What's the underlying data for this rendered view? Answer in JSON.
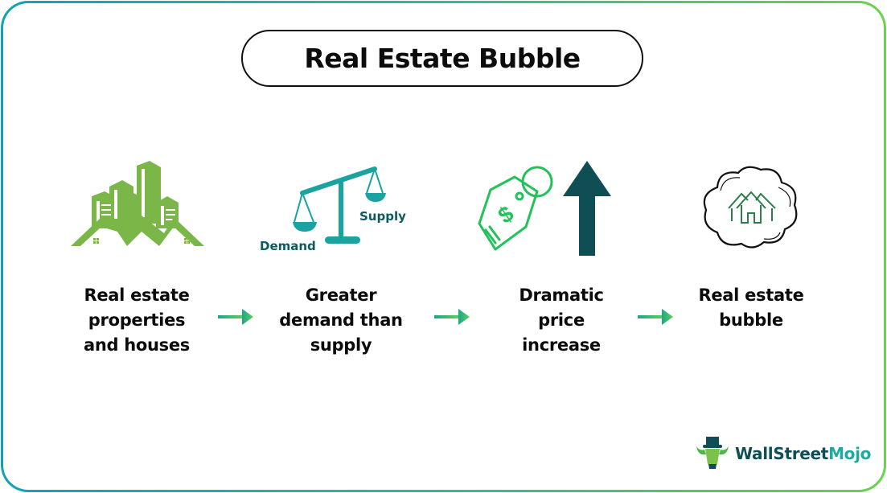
{
  "title": "Real Estate Bubble",
  "colors": {
    "border_start": "#12a2b6",
    "border_end": "#6ad24e",
    "buildings_green": "#7ab648",
    "scale_teal": "#1aa3a0",
    "tag_green": "#22c25a",
    "up_arrow": "#0f4e54",
    "house_green": "#2e7d4a",
    "flow_arrow_start": "#1aa88c",
    "flow_arrow_end": "#5fcf55"
  },
  "steps": [
    {
      "icon": "buildings-houses-icon",
      "label": "Real estate properties and houses",
      "lines": [
        "Real estate",
        "properties",
        "and houses"
      ]
    },
    {
      "icon": "balance-scale-icon",
      "label": "Greater demand than supply",
      "lines": [
        "Greater",
        "demand than",
        "supply"
      ],
      "scale_labels": {
        "left": "Demand",
        "right": "Supply"
      }
    },
    {
      "icon": "price-tag-up-arrow-icon",
      "label": "Dramatic price increase",
      "lines": [
        "Dramatic",
        "price",
        "increase"
      ]
    },
    {
      "icon": "house-in-bubble-icon",
      "label": "Real estate bubble",
      "lines": [
        "Real estate",
        "bubble"
      ]
    }
  ],
  "arrows": [
    "arrow-right-icon",
    "arrow-right-icon",
    "arrow-right-icon"
  ],
  "logo": {
    "part1": "WallStreet",
    "part2": "Mojo"
  }
}
